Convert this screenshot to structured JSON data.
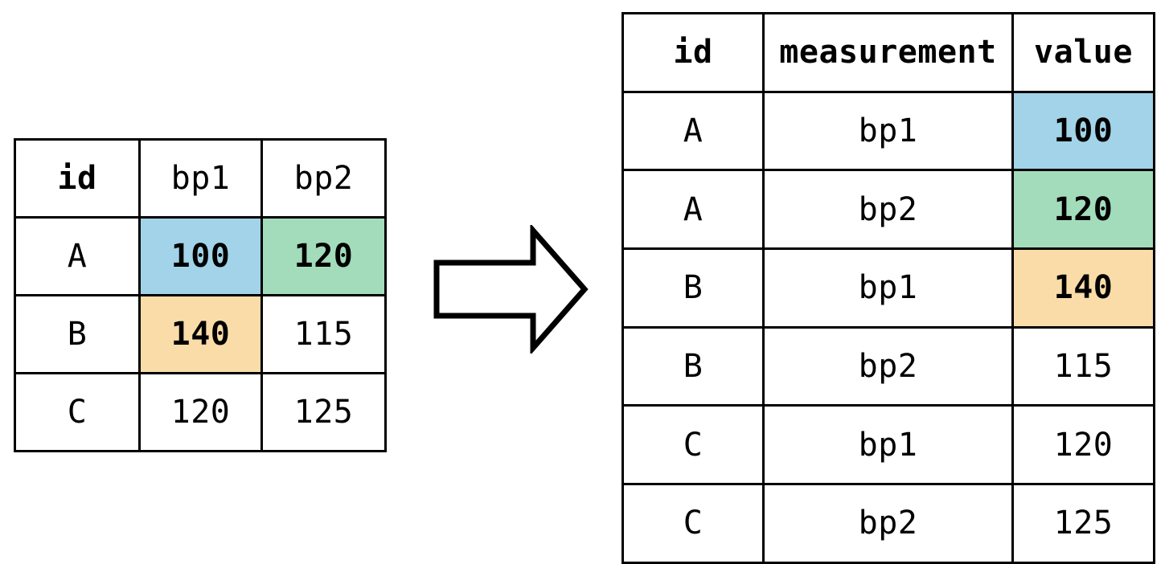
{
  "diagram": {
    "title": "pivot-longer-transformation",
    "arrow_icon": "arrow-right-icon",
    "colors": {
      "highlight_blue": "#a2d3e8",
      "highlight_green": "#a3dcbb",
      "highlight_orange": "#fadca8",
      "border": "#000000",
      "background": "#ffffff"
    }
  },
  "wide_table": {
    "name": "wide-format-table",
    "headers": [
      "id",
      "bp1",
      "bp2"
    ],
    "rows": [
      {
        "id": "A",
        "bp1": "100",
        "bp2": "120"
      },
      {
        "id": "B",
        "bp1": "140",
        "bp2": "115"
      },
      {
        "id": "C",
        "bp1": "120",
        "bp2": "125"
      }
    ],
    "highlights": {
      "r0c1": "#a2d3e8",
      "r0c2": "#a3dcbb",
      "r1c1": "#fadca8"
    }
  },
  "long_table": {
    "name": "long-format-table",
    "headers": [
      "id",
      "measurement",
      "value"
    ],
    "rows": [
      {
        "id": "A",
        "measurement": "bp1",
        "value": "100",
        "highlight": "#a2d3e8"
      },
      {
        "id": "A",
        "measurement": "bp2",
        "value": "120",
        "highlight": "#a3dcbb"
      },
      {
        "id": "B",
        "measurement": "bp1",
        "value": "140",
        "highlight": "#fadca8"
      },
      {
        "id": "B",
        "measurement": "bp2",
        "value": "115",
        "highlight": ""
      },
      {
        "id": "C",
        "measurement": "bp1",
        "value": "120",
        "highlight": ""
      },
      {
        "id": "C",
        "measurement": "bp2",
        "value": "125",
        "highlight": ""
      }
    ]
  }
}
